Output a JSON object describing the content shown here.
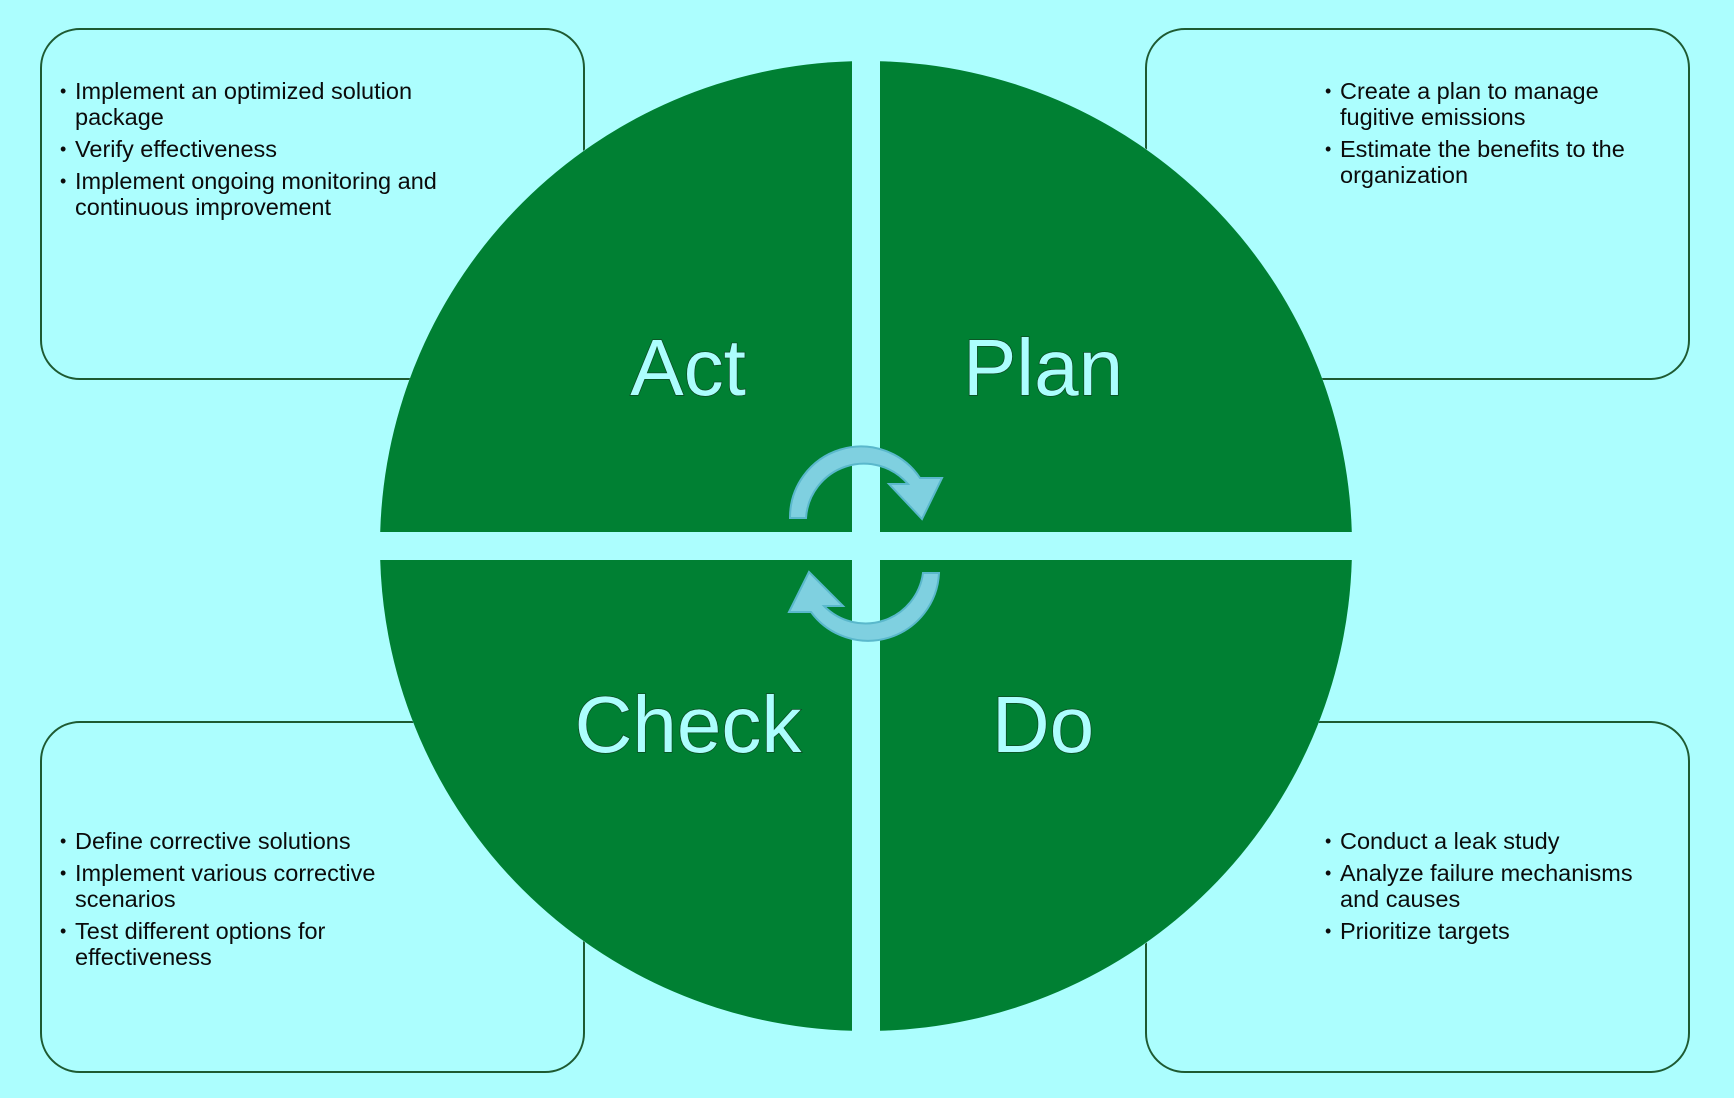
{
  "colors": {
    "background": "#acfefe",
    "wheel": "#008033",
    "box_border": "#1e5a32",
    "arrow": "#7fd0e0"
  },
  "quadrants": {
    "act": {
      "label": "Act",
      "bullets": [
        "Implement an optimized solution package",
        "Verify effectiveness",
        "Implement ongoing monitoring and continuous improvement"
      ]
    },
    "plan": {
      "label": "Plan",
      "bullets": [
        "Create a plan to manage fugitive emissions",
        "Estimate the benefits to the organization"
      ]
    },
    "check": {
      "label": "Check",
      "bullets": [
        "Define corrective solutions",
        "Implement various corrective scenarios",
        "Test different options for effectiveness"
      ]
    },
    "do": {
      "label": "Do",
      "bullets": [
        "Conduct a leak study",
        "Analyze failure mechanisms and causes",
        "Prioritize targets"
      ]
    }
  },
  "icons": [
    "curved-arrow-top-icon",
    "curved-arrow-bottom-icon"
  ]
}
